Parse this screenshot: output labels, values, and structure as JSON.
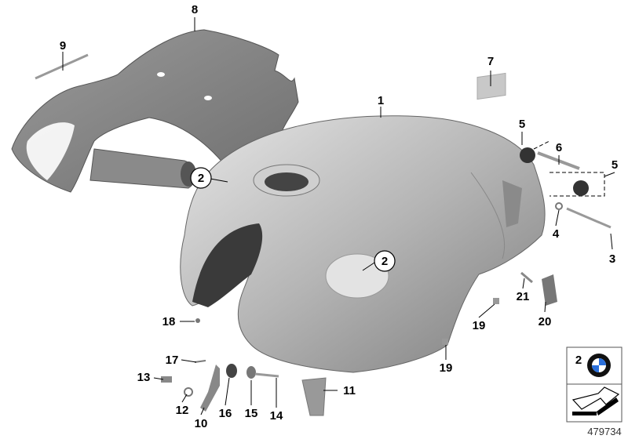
{
  "diagram": {
    "part_labels": {
      "p1": "1",
      "p2a": "2",
      "p2b": "2",
      "p3": "3",
      "p4": "4",
      "p5a": "5",
      "p5b": "5",
      "p6": "6",
      "p7": "7",
      "p8": "8",
      "p9": "9",
      "p10": "10",
      "p11": "11",
      "p12": "12",
      "p13": "13",
      "p14": "14",
      "p15": "15",
      "p16": "16",
      "p17": "17",
      "p18": "18",
      "p19a": "19",
      "p19b": "19",
      "p20": "20",
      "p21": "21"
    },
    "legend_box": {
      "number": "2",
      "logo": "BMW"
    },
    "document_number": "479734",
    "colors": {
      "part_fill": "#a9a9a9",
      "part_highlight": "#d8d8d8",
      "ink": "#000000"
    }
  }
}
